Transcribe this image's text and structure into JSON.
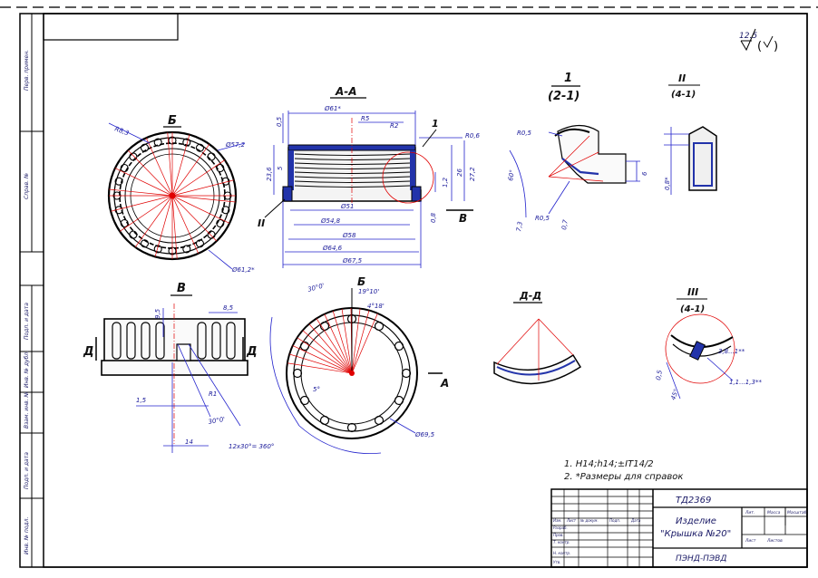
{
  "roughness": {
    "value": "12.5"
  },
  "views": {
    "b_label": "Б",
    "aa_label": "А-А",
    "v_label": "В",
    "dd_label": "Д-Д",
    "detail1_num": "1",
    "detail1_ref": "(2-1)",
    "detailII_num": "II",
    "detailII_ref": "(4-1)",
    "detailIII_num": "III",
    "detailIII_ref": "(4-1)",
    "callout_1": "1",
    "callout_II": "II",
    "callout_B": "В",
    "callout_D_left": "Д",
    "callout_D_right": "Д",
    "callout_B2": "Б",
    "callout_A": "А"
  },
  "dims": {
    "d57_2": "Ø57,2",
    "r8_3": "R8,3",
    "d61_2": "Ø61,2*",
    "d61": "Ø61*",
    "r5": "R5",
    "r2": "R2",
    "r0_6": "R0,6",
    "h0_5": "0,5",
    "h23_6": "23,6",
    "h5": "5",
    "d51": "Ø51",
    "d54_8": "Ø54,8",
    "d58": "Ø58",
    "d64_6": "Ø64,6",
    "d67_5": "Ø67,5",
    "h26": "26",
    "h27_2": "27,2",
    "h1_2": "1,2",
    "h0_8": "0,8",
    "r0_5a": "R0,5",
    "r0_5b": "R0,5",
    "a60": "60°",
    "h7_3": "7,3",
    "h0_7": "0,7",
    "h6": "6",
    "h0_8b": "0,8*",
    "h9_5": "9,5",
    "h8_5": "8,5",
    "h1_5": "1,5",
    "r1": "R1",
    "a30": "30°0'",
    "h14": "14",
    "pattern": "12x30°= 360°",
    "a30b": "30°0'",
    "a19": "19°10'",
    "a4_8": "4°18'",
    "a5": "5°",
    "d69_5": "Ø69,5",
    "h3_8": "3,8...1**",
    "h1_1": "1,1...1,3**",
    "h0_5b": "0,5",
    "a45": "45°"
  },
  "notes": [
    "1. H14;h14;±IT14/2",
    "2. *Размеры для справок"
  ],
  "title_block": {
    "drawing_no": "ТД2369",
    "product": "Изделие",
    "product_name": "\"Крышка №20\"",
    "org": "ПЭНД-ПЭВД",
    "col_lit": "Лит.",
    "col_mass": "Масса",
    "col_scale": "Масштаб",
    "col_sheet": "Лист",
    "col_sheets": "Листов",
    "r_izm": "Изм.",
    "r_list": "Лист",
    "r_docnum": "№ докум.",
    "r_sign": "Подп.",
    "r_date": "Дата",
    "r_razrab": "Разраб.",
    "r_prov": "Пров.",
    "r_tkontr": "Т. контр.",
    "r_nkontr": "Н. контр.",
    "r_utv": "Утв."
  },
  "side_labels": [
    "Перв. примен.",
    "Справ. №",
    "Подп. и дата",
    "Инв. № дубл.",
    "Взам. инв. №",
    "Подп. и дата",
    "Инв. № подл."
  ]
}
